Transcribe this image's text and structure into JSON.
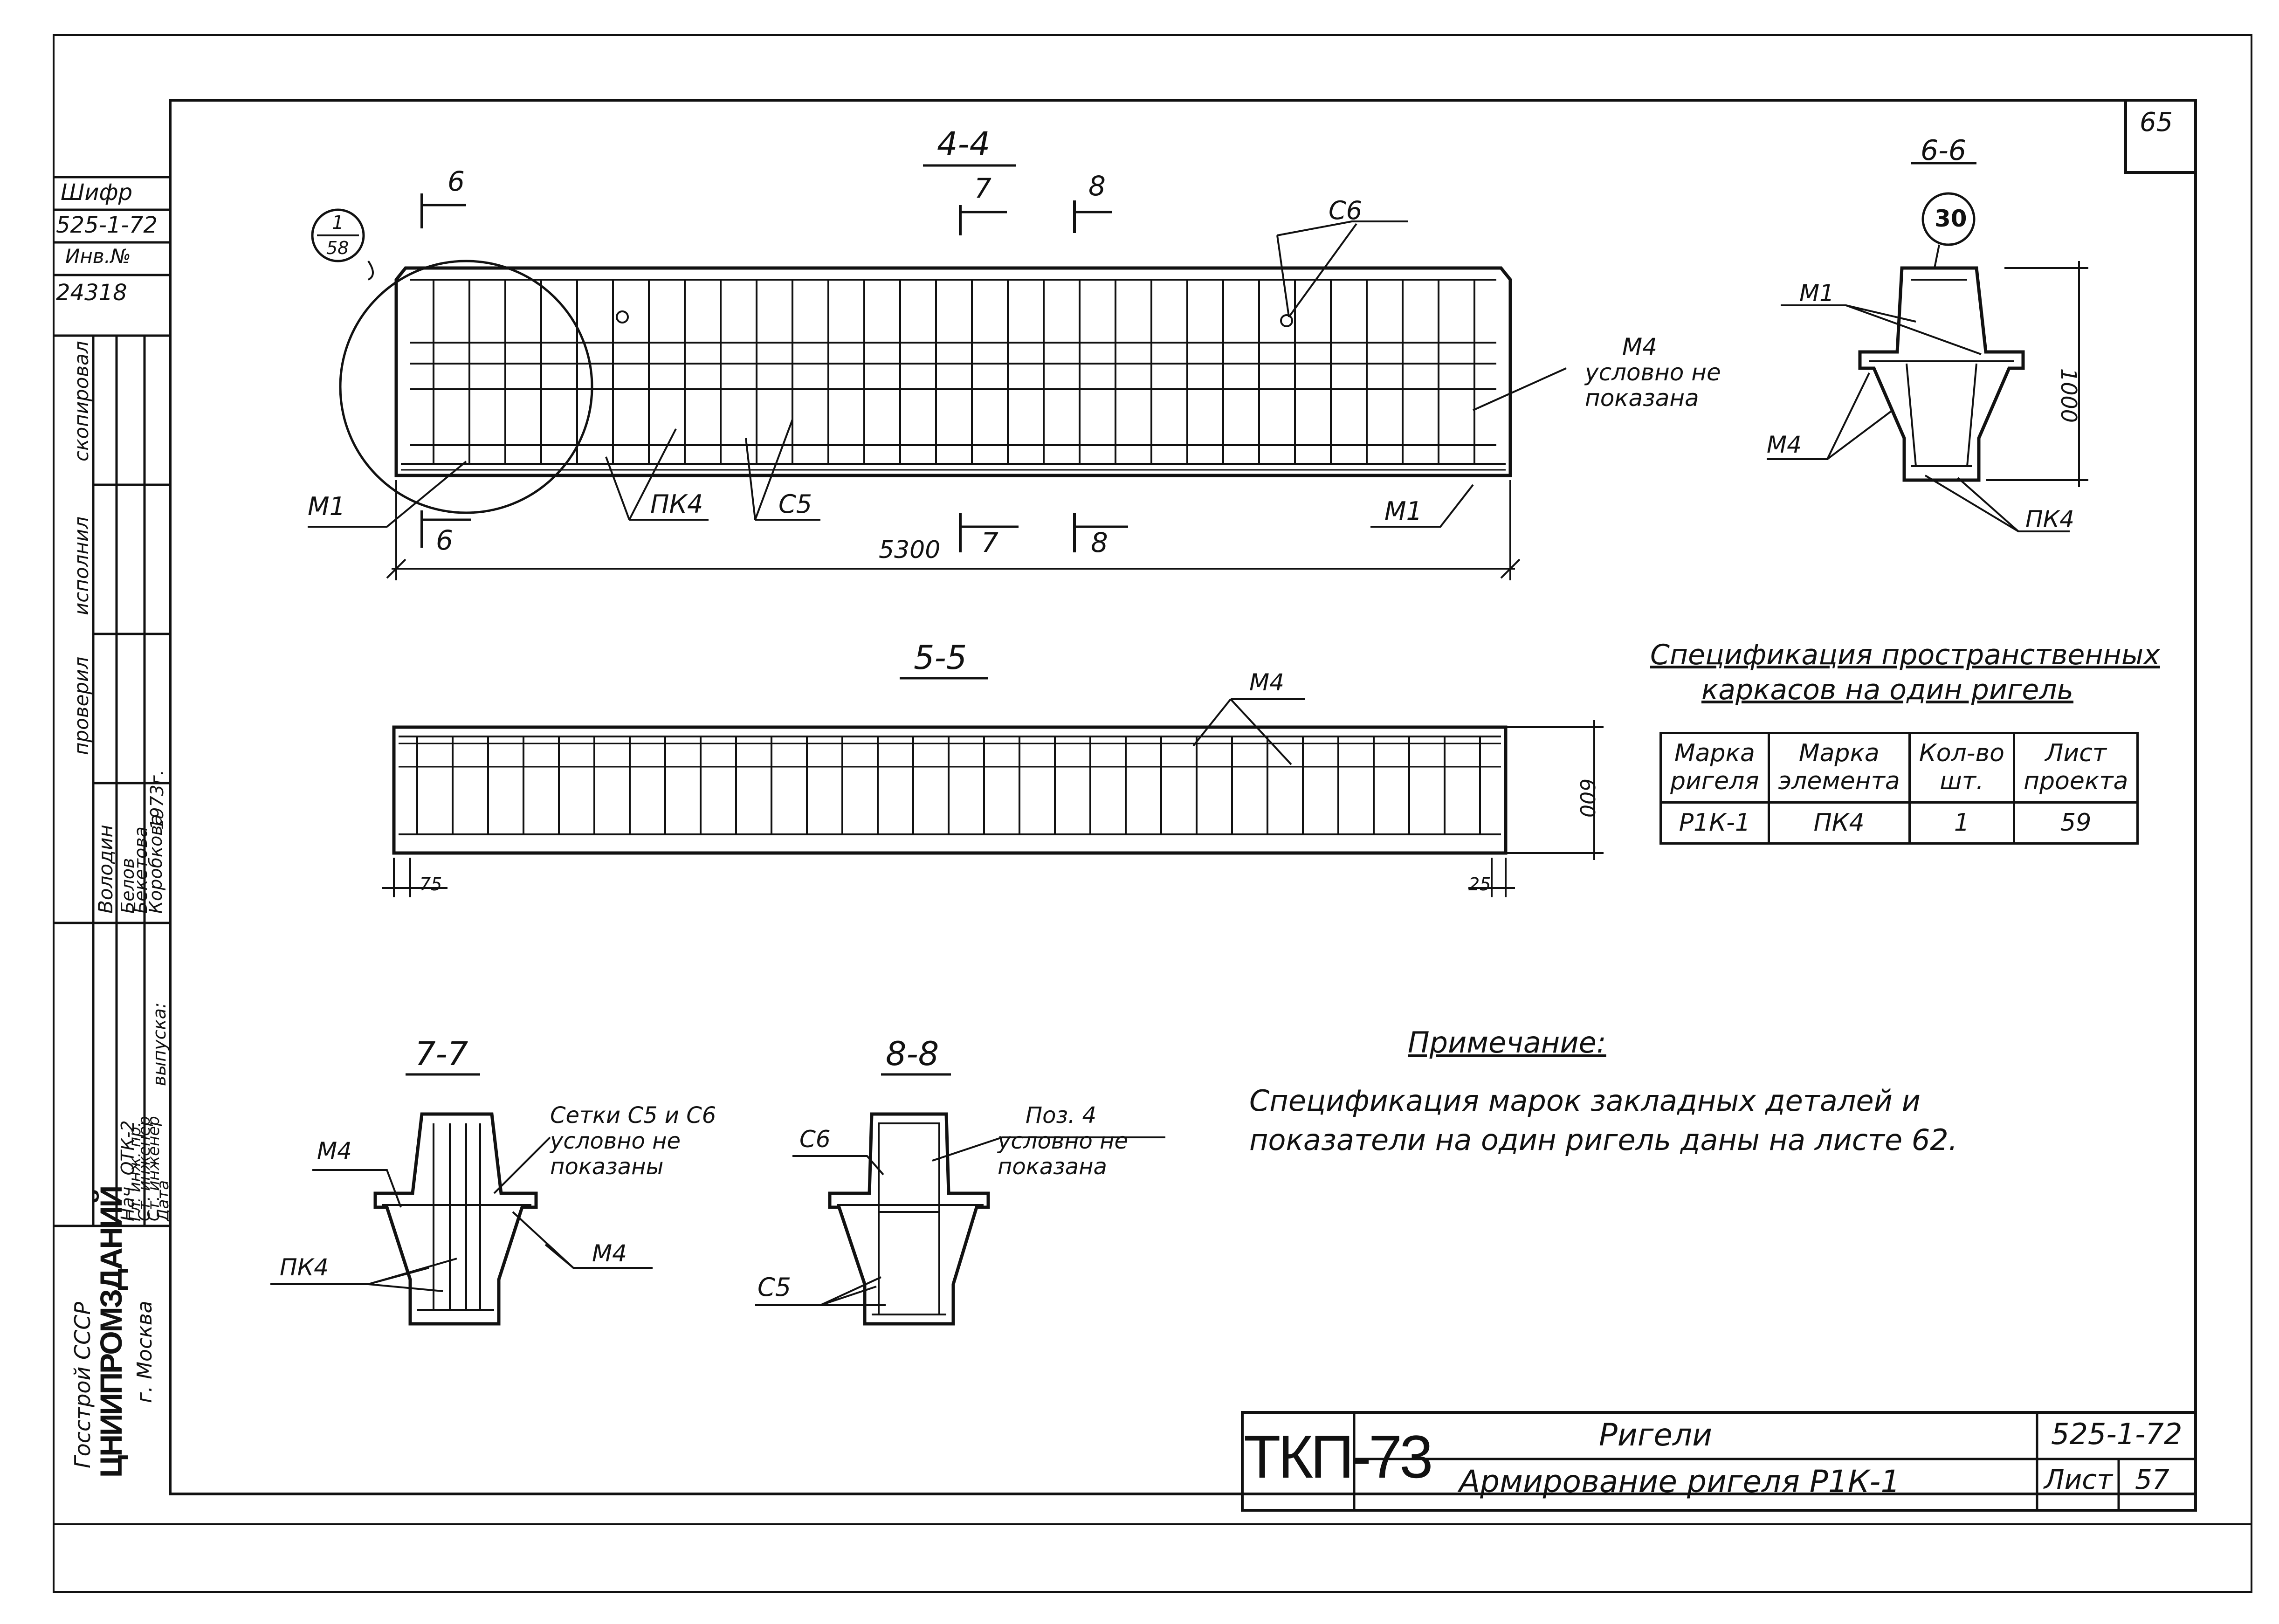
{
  "sheet_corner_number": "65",
  "stamp": {
    "shifr_label": "Шифр",
    "shifr_value": "525-1-72",
    "inv_label": "Инв.№",
    "inv_value": "24318",
    "roles": [
      "Нач. ОТК-2",
      "Гл. инж. пр.",
      "Ст. инженер",
      "Ст. инженер",
      "Дата"
    ],
    "names": [
      "Володин",
      "Белов",
      "Бекетова",
      "Коробкова",
      "1973г."
    ],
    "col_labels": [
      "проверил",
      "исполнил",
      "скопировал"
    ],
    "issue_label": "выпуска:",
    "org1": "Госстрой СССР",
    "org2": "ЦНИИПРОМЗДАНИЙ",
    "org3": "г. Москва"
  },
  "views": {
    "v44": {
      "title": "4-4",
      "dim": "5300",
      "cuts": [
        "6",
        "7",
        "8"
      ],
      "labels": [
        "С6",
        "М4",
        "условно не",
        "показана",
        "М1",
        "ПК4",
        "С5",
        "М1"
      ],
      "callout_top": "1",
      "callout_bottom": "58"
    },
    "v66": {
      "title": "6-6",
      "dim": "1000",
      "mark": "30",
      "labels": [
        "М1",
        "М4",
        "ПК4"
      ]
    },
    "v55": {
      "title": "5-5",
      "dim_h": "600",
      "dim_l": "75",
      "dim_r": "25",
      "labels": [
        "М4"
      ]
    },
    "v77": {
      "title": "7-7",
      "labels": [
        "М4",
        "Сетки С5 и С6",
        "условно не",
        "показаны",
        "ПК4",
        "М4"
      ]
    },
    "v88": {
      "title": "8-8",
      "labels": [
        "С6",
        "Поз. 4",
        "условно не",
        "показана",
        "С5"
      ]
    }
  },
  "spec": {
    "title1": "Спецификация пространственных",
    "title2": "каркасов на один ригель",
    "headers": [
      [
        "Марка",
        "ригеля"
      ],
      [
        "Марка",
        "элемента"
      ],
      [
        "Кол-во",
        "шт."
      ],
      [
        "Лист",
        "проекта"
      ]
    ],
    "row": [
      "Р1К-1",
      "ПК4",
      "1",
      "59"
    ]
  },
  "note": {
    "title": "Примечание:",
    "line1": "Спецификация марок закладных деталей и",
    "line2": "показатели на один ригель даны на листе 62."
  },
  "title_block": {
    "code": "ТКП-73",
    "title1": "Ригели",
    "title2": "Армирование ригеля Р1К-1",
    "number": "525-1-72",
    "sheet_label": "Лист",
    "sheet_value": "57"
  }
}
